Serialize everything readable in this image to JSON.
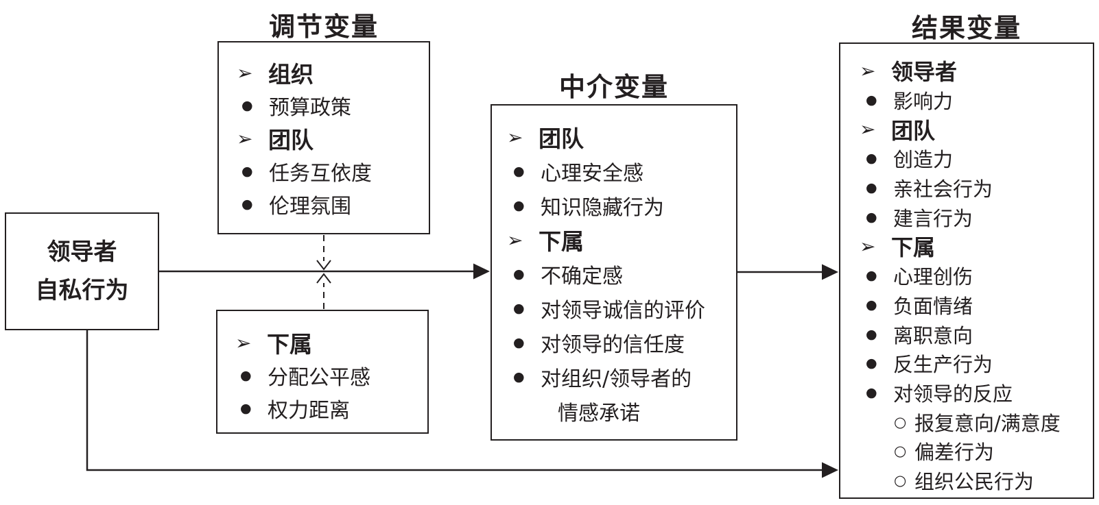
{
  "page": {
    "background": "#ffffff",
    "ink": "#231f20"
  },
  "icons": {
    "header_arrow": "➢",
    "bullet_dot": "●",
    "sub_bullet_circle": "○"
  },
  "antecedent_box": {
    "line1": "领导者",
    "line2": "自私行为"
  },
  "moderators": {
    "title": "调节变量",
    "upper_box": {
      "items": [
        {
          "label": "组织"
        },
        {
          "label": "预算政策"
        },
        {
          "label": "团队"
        },
        {
          "label": "任务互依度"
        },
        {
          "label": "伦理氛围"
        }
      ]
    },
    "lower_box": {
      "items": [
        {
          "label": "下属"
        },
        {
          "label": "分配公平感"
        },
        {
          "label": "权力距离"
        }
      ]
    }
  },
  "mediators": {
    "title": "中介变量",
    "items": [
      {
        "label": "团队"
      },
      {
        "label": "心理安全感"
      },
      {
        "label": "知识隐藏行为"
      },
      {
        "label": "下属"
      },
      {
        "label": "不确定感"
      },
      {
        "label": "对领导诚信的评价"
      },
      {
        "label": "对领导的信任度"
      },
      {
        "label": "对组织/领导者的"
      },
      {
        "label": "情感承诺"
      }
    ]
  },
  "outcomes": {
    "title": "结果变量",
    "items": [
      {
        "label": "领导者"
      },
      {
        "label": "影响力"
      },
      {
        "label": "团队"
      },
      {
        "label": "创造力"
      },
      {
        "label": "亲社会行为"
      },
      {
        "label": "建言行为"
      },
      {
        "label": "下属"
      },
      {
        "label": "心理创伤"
      },
      {
        "label": "负面情绪"
      },
      {
        "label": "离职意向"
      },
      {
        "label": "反生产行为"
      },
      {
        "label": "对领导的反应"
      },
      {
        "label": "报复意向/满意度"
      },
      {
        "label": "偏差行为"
      },
      {
        "label": "组织公民行为"
      }
    ]
  }
}
